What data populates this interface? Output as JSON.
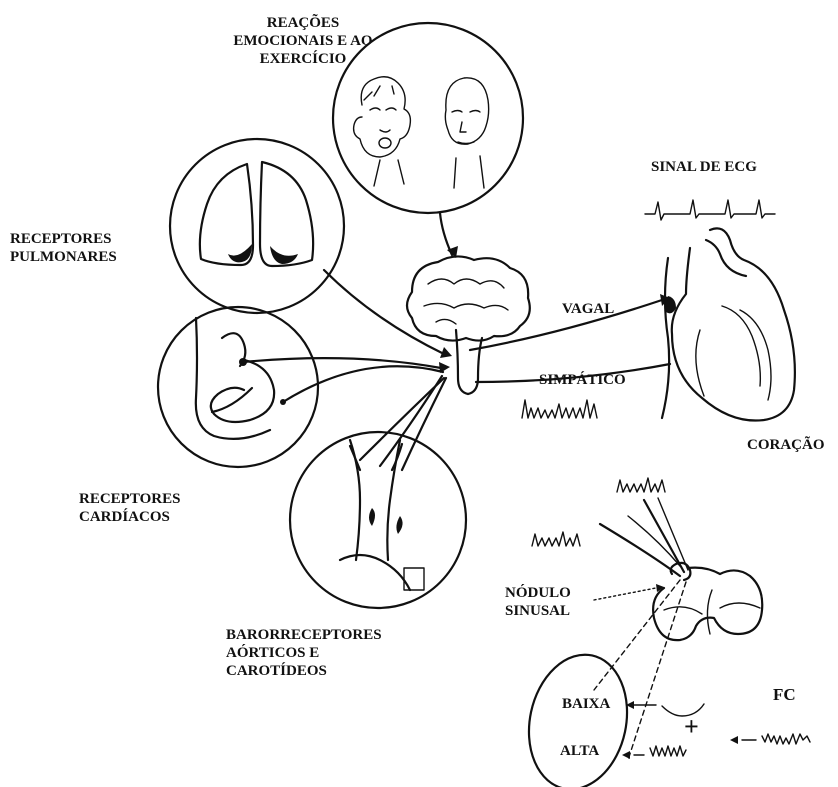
{
  "labels": {
    "emocionais_line1": "REAÇÕES",
    "emocionais_line2": "EMOCIONAIS E AO",
    "emocionais_line3": "EXERCÍCIO",
    "sinal_ecg": "SINAL DE ECG",
    "pulmonares_line1": "RECEPTORES",
    "pulmonares_line2": "PULMONARES",
    "vagal": "VAGAL",
    "simpatico": "SIMPÁTICO",
    "coracao": "CORAÇÃO",
    "cardiacos_line1": "RECEPTORES",
    "cardiacos_line2": "CARDÍACOS",
    "nodulo_line1": "NÓDULO",
    "nodulo_line2": "SINUSAL",
    "baro_line1": "BARORRECEPTORES",
    "baro_line2": "AÓRTICOS E",
    "baro_line3": "CAROTÍDEOS",
    "baixa": "BAIXA",
    "alta": "ALTA",
    "fc": "FC",
    "plus": "+"
  }
}
